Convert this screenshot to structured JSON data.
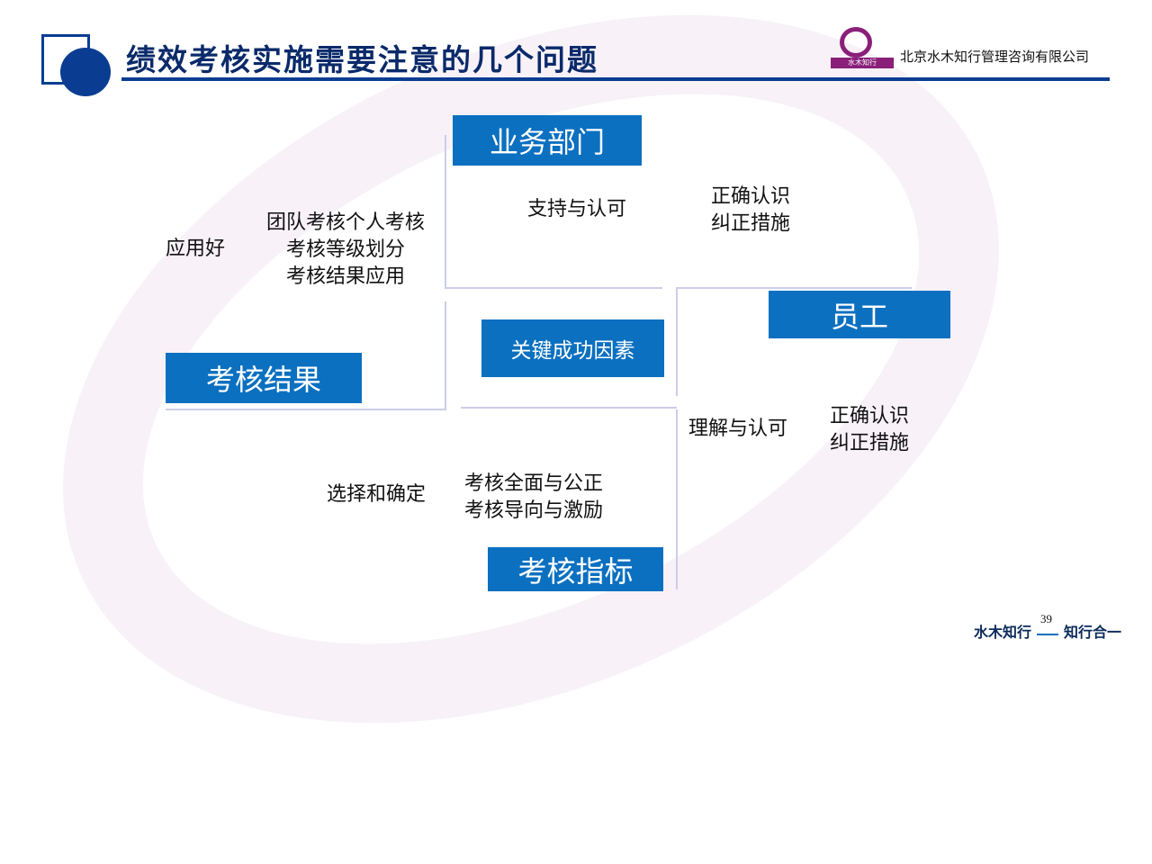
{
  "header": {
    "title": "绩效考核实施需要注意的几个问题",
    "company": "北京水木知行管理咨询有限公司",
    "logo_text": "水木知行"
  },
  "boxes": {
    "business": "业务部门",
    "employee": "员工",
    "key": "关键成功因素",
    "result": "考核结果",
    "indicator": "考核指标"
  },
  "texts": {
    "support": "支持与认可",
    "correct1": [
      "正确认识",
      "纠正措施"
    ],
    "apply": "应用好",
    "apply_items": [
      "团队考核个人考核",
      "考核等级划分",
      "考核结果应用"
    ],
    "understand": "理解与认可",
    "correct2": [
      "正确认识",
      "纠正措施"
    ],
    "choose": "选择和确定",
    "choose_items": [
      "考核全面与公正",
      "考核导向与激励"
    ]
  },
  "footer": {
    "left": "水木知行",
    "page": "39",
    "right": "知行合一"
  },
  "colors": {
    "accent": "#0b70c0",
    "navy": "#0a3d91"
  }
}
